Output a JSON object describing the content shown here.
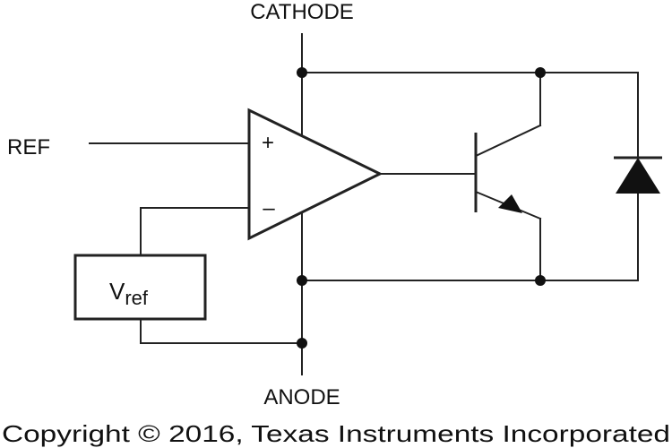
{
  "diagram": {
    "pins": {
      "cathode": "CATHODE",
      "anode": "ANODE",
      "ref": "REF"
    },
    "opamp": {
      "plus": "+",
      "minus": "–"
    },
    "vref_box": {
      "main": "V",
      "sub": "ref"
    },
    "copyright": "Copyright © 2016, Texas Instruments Incorporated"
  }
}
